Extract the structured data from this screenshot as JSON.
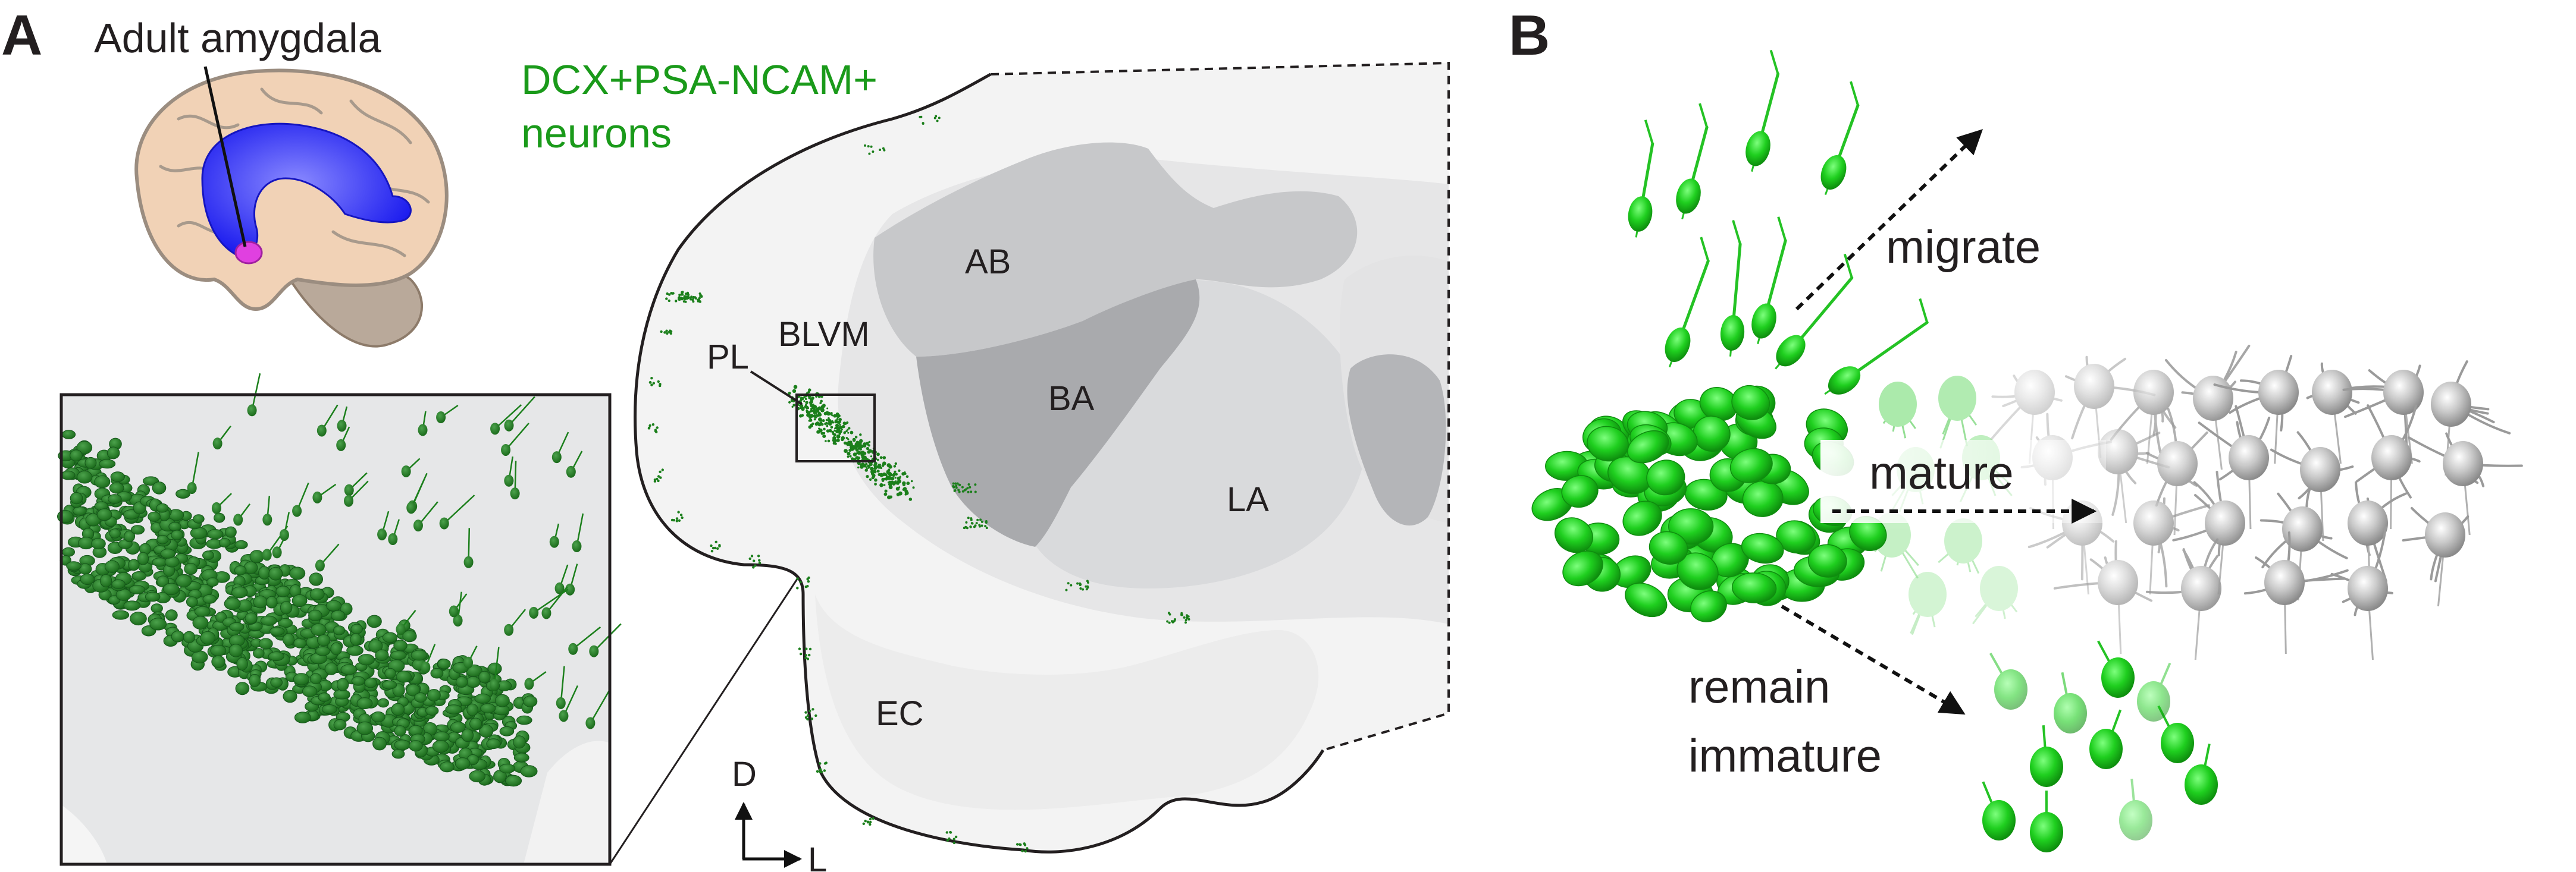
{
  "panels": {
    "a": {
      "letter": "A"
    },
    "b": {
      "letter": "B"
    }
  },
  "panel_a": {
    "brain_label": "Adult amygdala",
    "neuron_label_line1": "DCX+PSA-NCAM+",
    "neuron_label_line2": "neurons",
    "regions": {
      "ab": "AB",
      "blvm": "BLVM",
      "pl": "PL",
      "ba": "BA",
      "la": "LA",
      "ec": "EC"
    },
    "axes": {
      "dorsal": "D",
      "lateral": "L"
    }
  },
  "panel_b": {
    "migrate": "migrate",
    "mature": "mature",
    "remain_line1": "remain",
    "remain_line2": "immature"
  },
  "colors": {
    "green": "#1fbf1f",
    "green_dark": "#1b7f1b",
    "label_green": "#1a9a1a",
    "brain_blue": "#2a2aff",
    "brain_skin": "#f1d2b6",
    "amygdala_magenta": "#e040e0",
    "region_gray_light": "#ececec",
    "region_gray_mid": "#cfd0d2",
    "region_gray_dark": "#a9aaad",
    "mature_gray": "#9a9a9a"
  }
}
